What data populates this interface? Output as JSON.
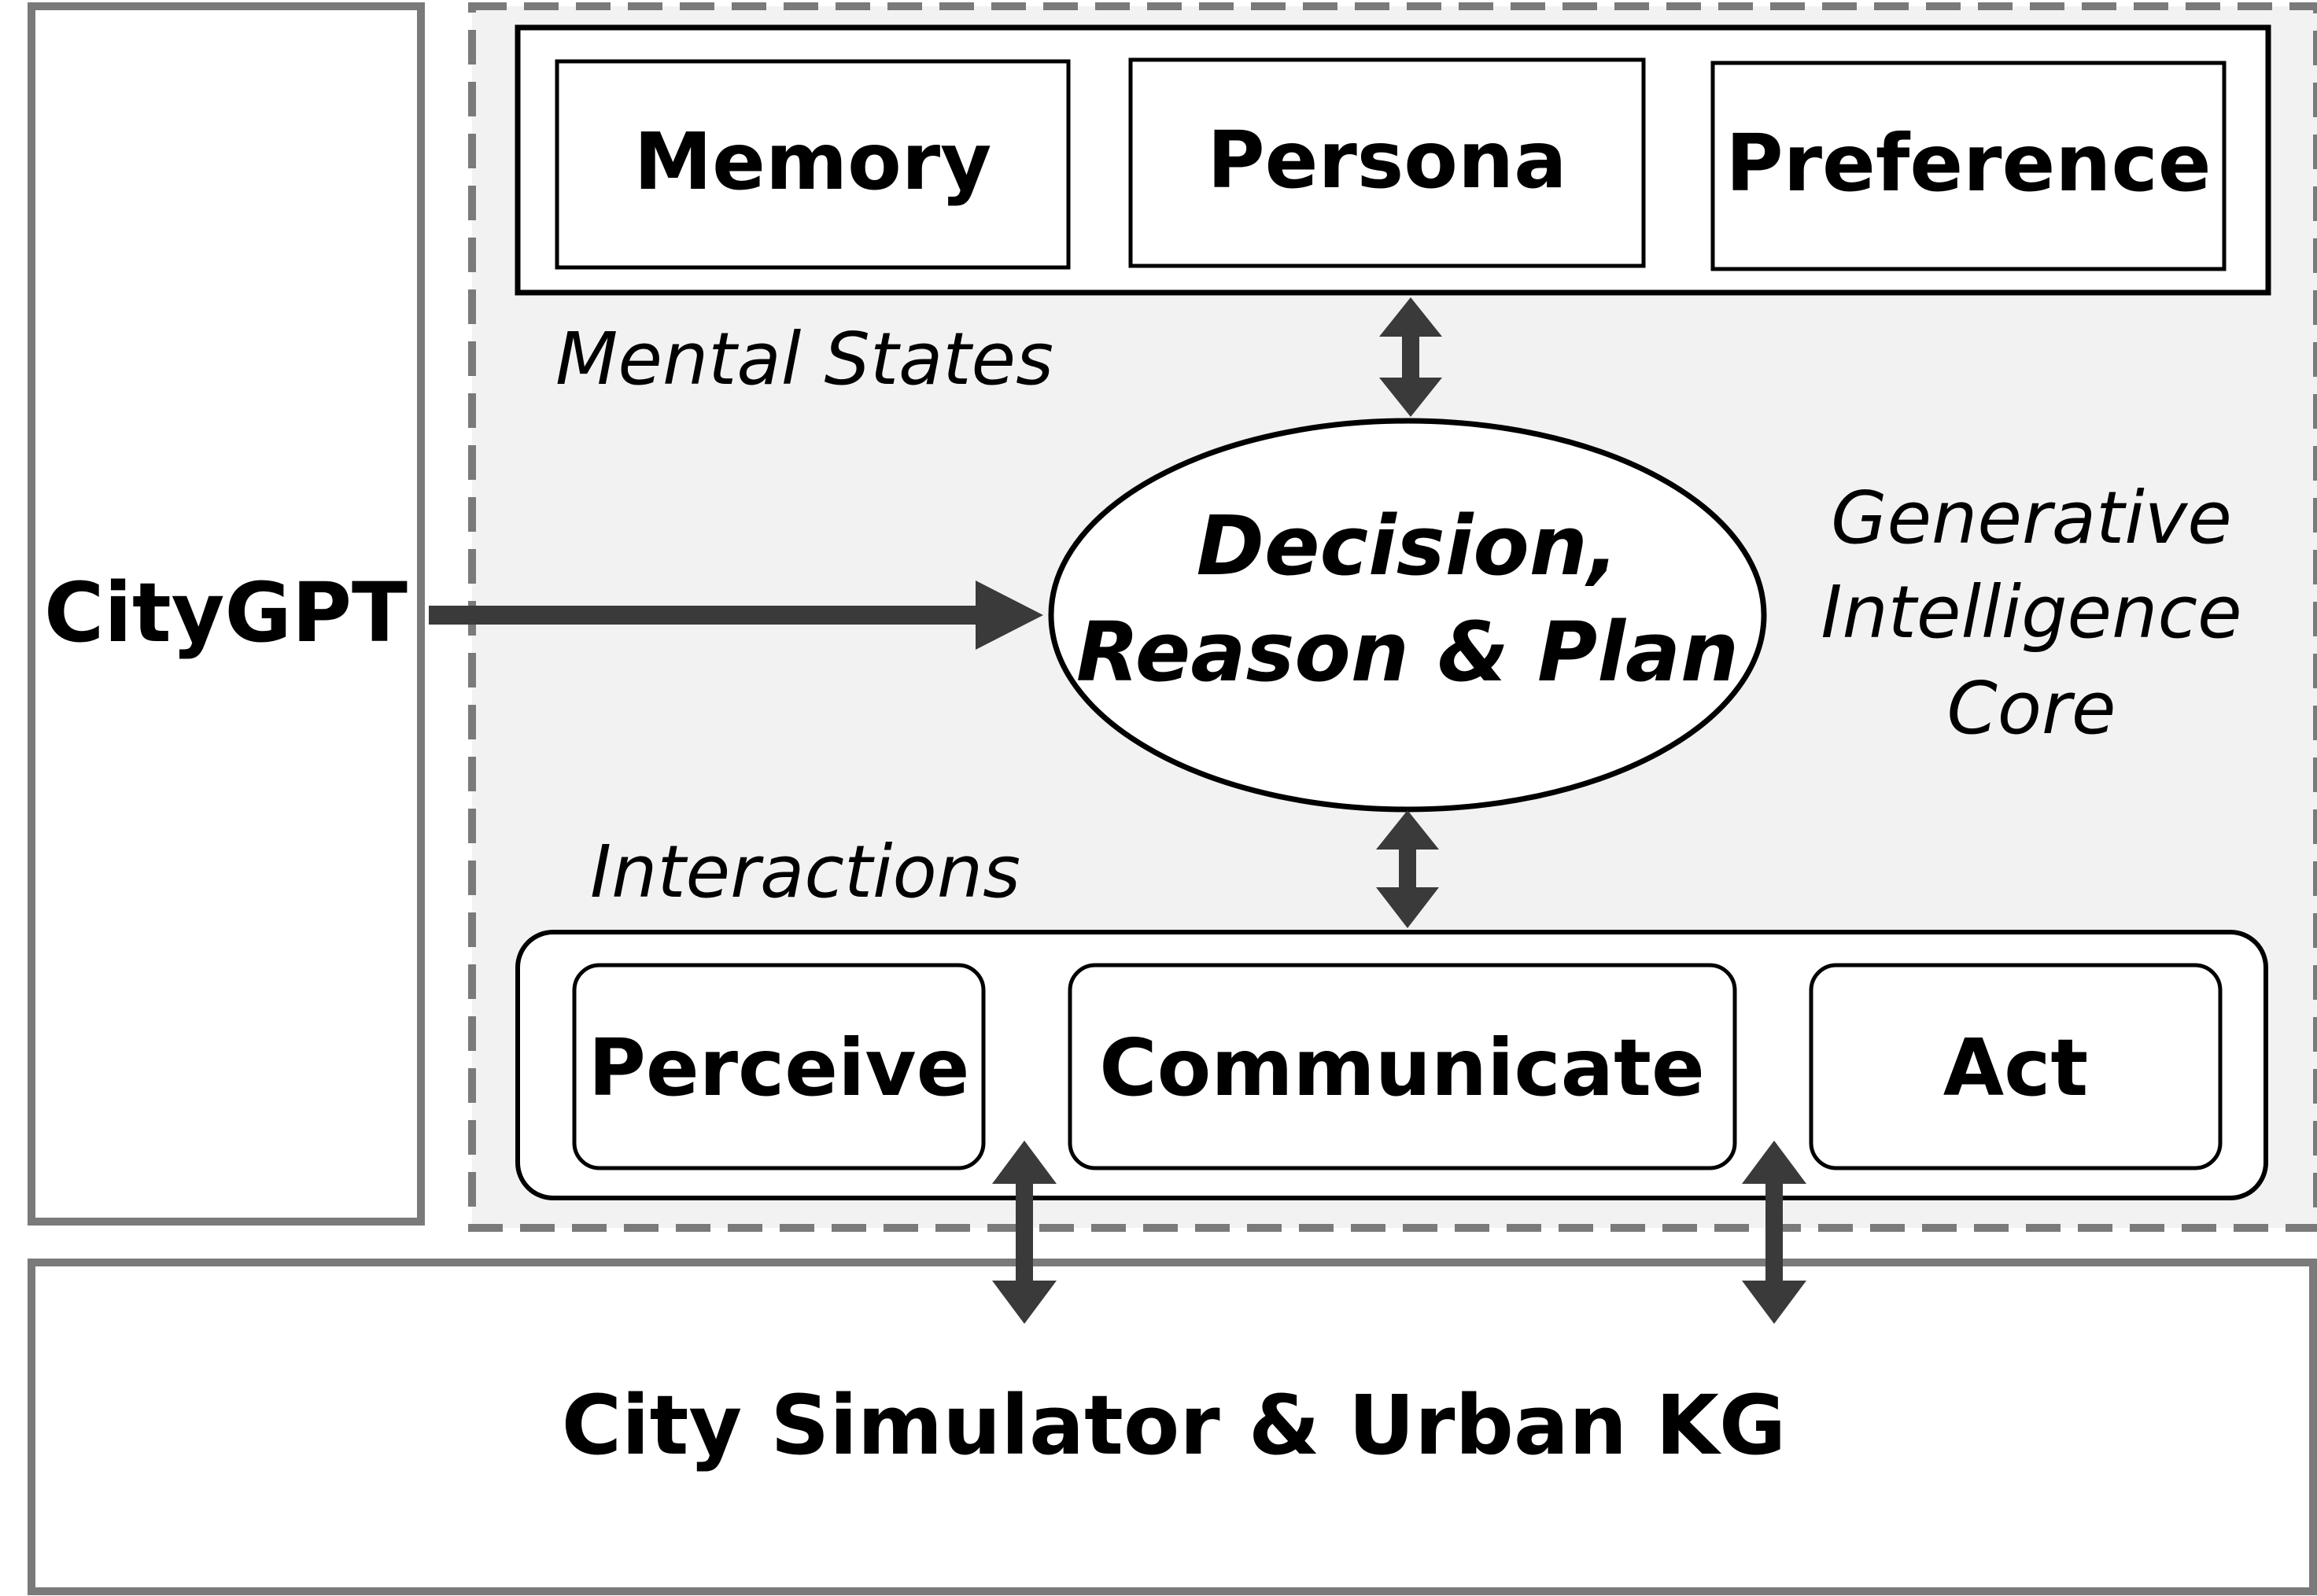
{
  "left_panel": {
    "label": "CityGPT"
  },
  "mental_states": {
    "caption": "Mental States",
    "items": [
      {
        "label": "Memory"
      },
      {
        "label": "Persona"
      },
      {
        "label": "Preference"
      }
    ]
  },
  "core": {
    "caption_lines": [
      "Generative",
      "Intelligence",
      "Core"
    ],
    "decision_lines": [
      "Decision,",
      "Reason & Plan"
    ]
  },
  "interactions": {
    "caption": "Interactions",
    "items": [
      {
        "label": "Perceive"
      },
      {
        "label": "Communicate"
      },
      {
        "label": "Act"
      }
    ]
  },
  "bottom_panel": {
    "label": "City Simulator & Urban KG"
  },
  "colors": {
    "panel_border": "#7a7a7a",
    "core_fill": "#f2f2f2",
    "arrow": "#3a3a3a",
    "box_border": "#000000"
  }
}
